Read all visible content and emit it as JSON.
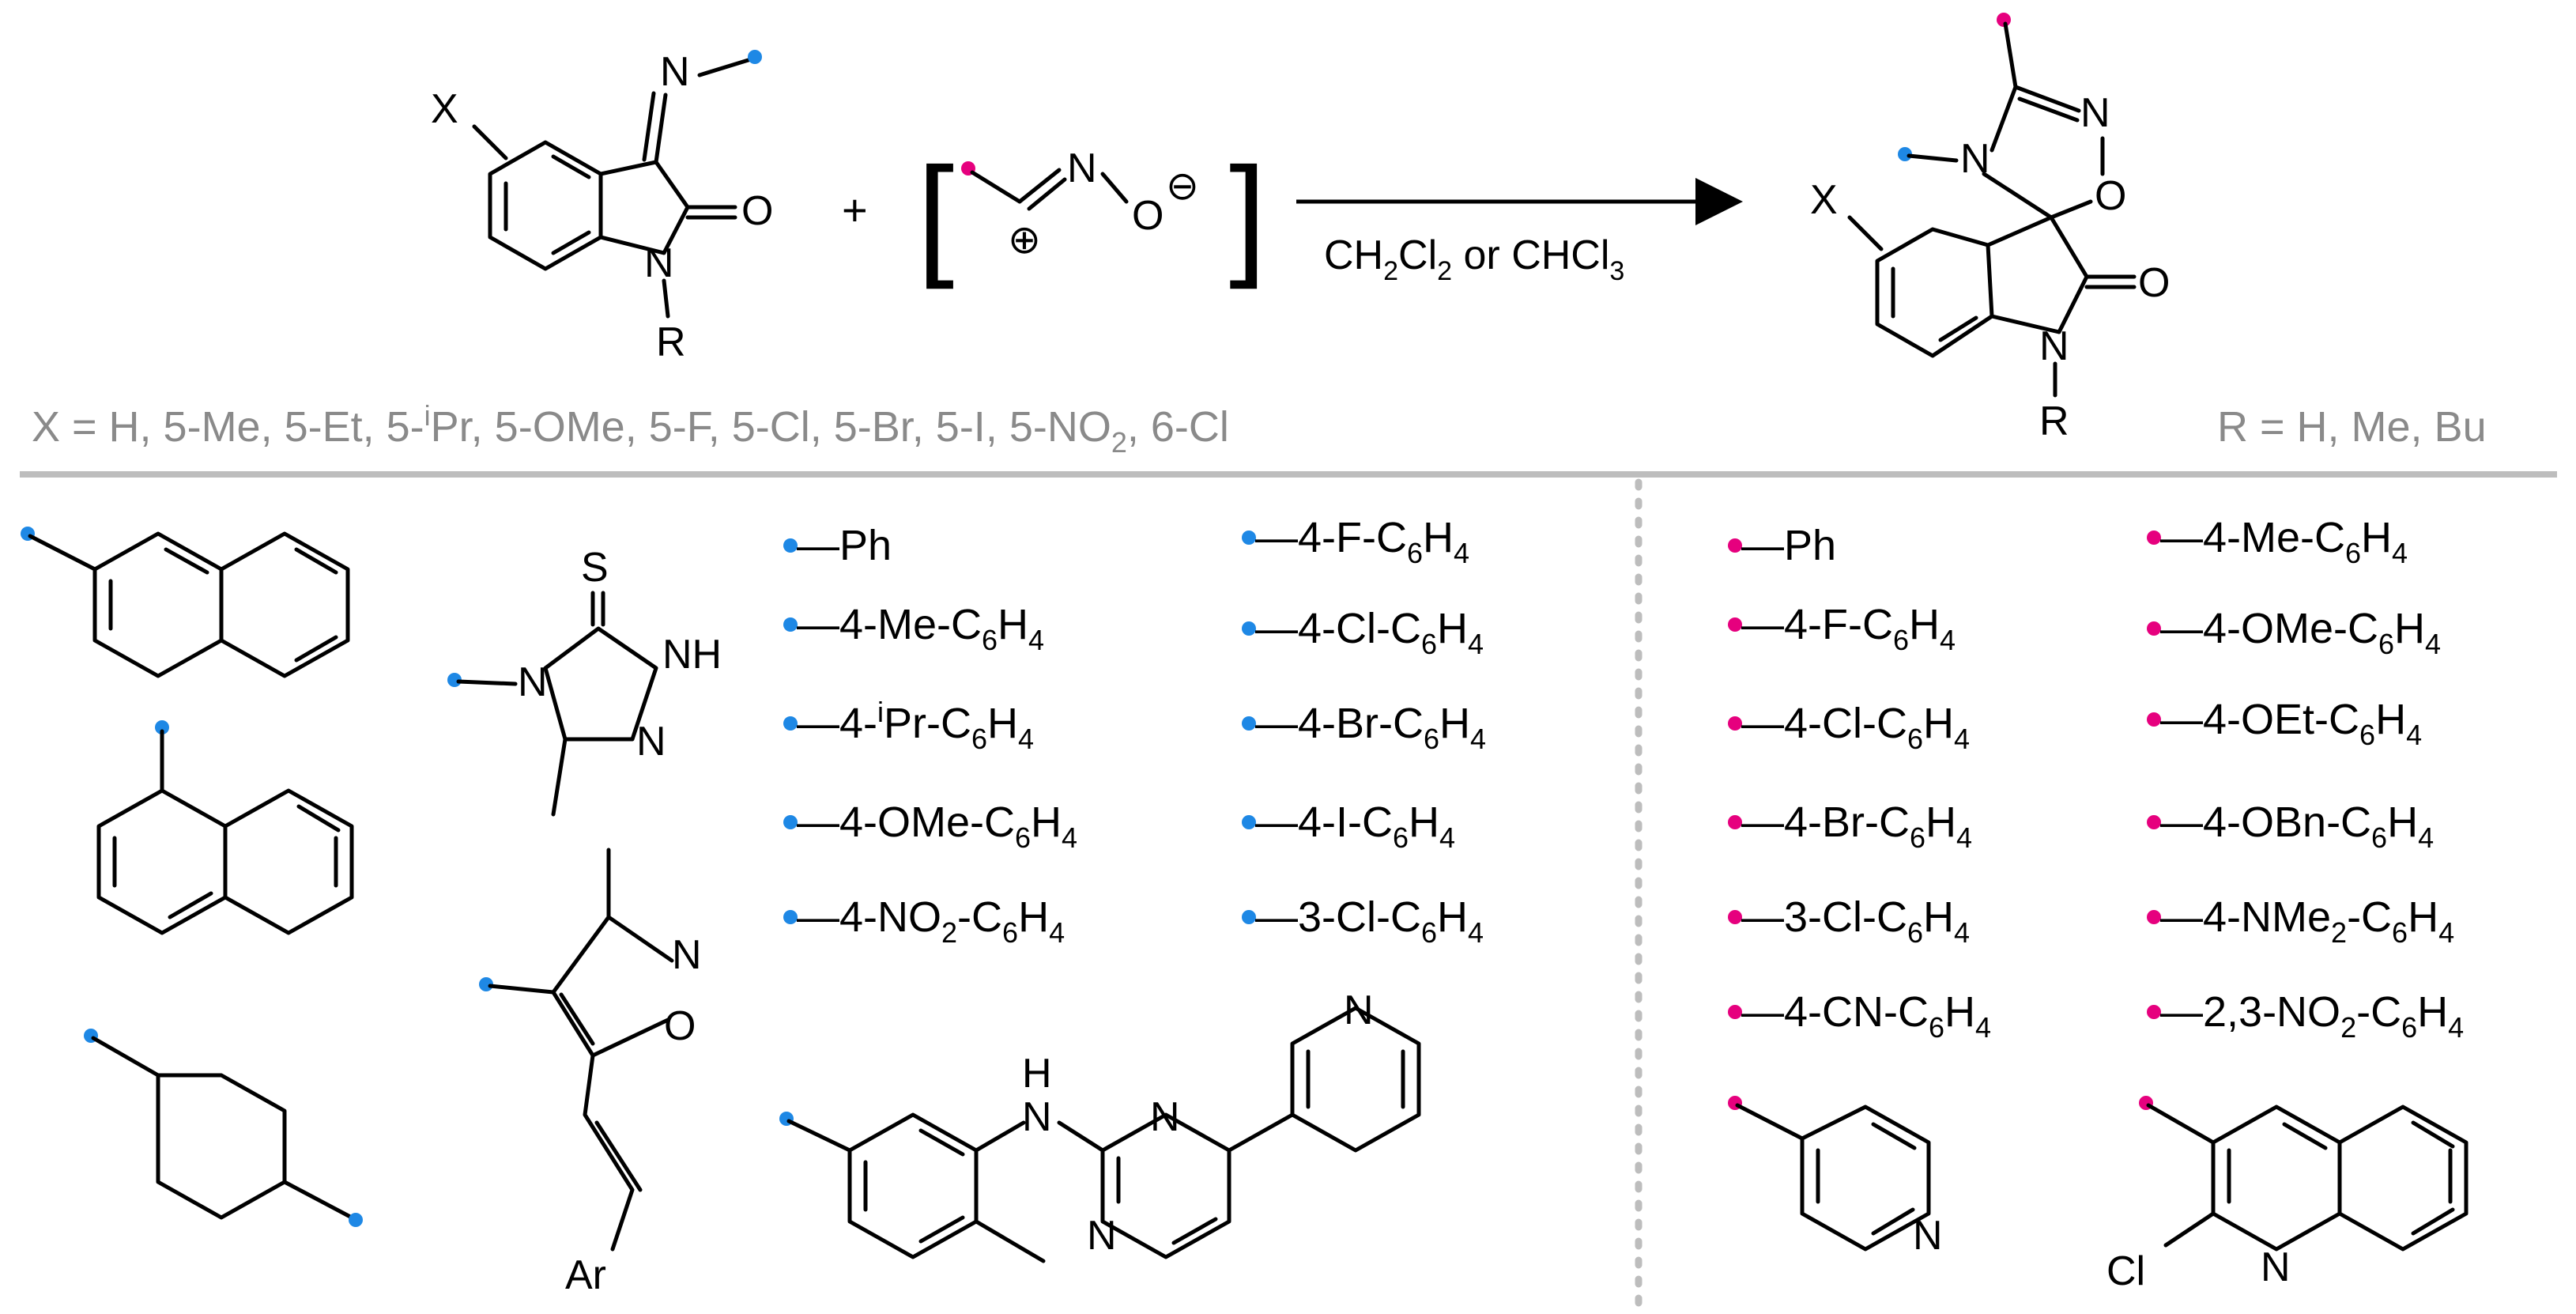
{
  "colors": {
    "blue_dot": "#1e88e5",
    "pink_dot": "#e6007e",
    "gray_text": "#8a8a8a",
    "separator": "#bdbdbd"
  },
  "reaction": {
    "isatin_imine": {
      "imine_n": "N",
      "carbonyl_o": "O",
      "ring_n": "N",
      "r_label": "R",
      "x_label": "X"
    },
    "plus": "+",
    "nitrile_oxide": {
      "n_label": "N",
      "o_label": "O",
      "minus": "⊖",
      "plus": "⊕",
      "bracket_left": "[",
      "bracket_right": "]"
    },
    "conditions": {
      "part1": "CH",
      "sub1": "2",
      "part2": "Cl",
      "sub2": "2",
      "part3": " or CHCl",
      "sub3": "3"
    },
    "product": {
      "n_top": "N",
      "n_amide": "N",
      "o_ring": "O",
      "o_carbonyl": "O",
      "n_lower": "N",
      "r_label": "R",
      "x_label": "X"
    }
  },
  "substituents": {
    "x_line": {
      "prefix": "X = H, 5-Me, 5-Et, 5-",
      "sup": "i",
      "mid": "Pr, 5-OMe, 5-F, 5-Cl, 5-Br, 5-I, 5-NO",
      "sub": "2",
      "suffix": ", 6-Cl"
    },
    "r_line": "R = H, Me, Bu"
  },
  "blue_groups": {
    "col1": [
      {
        "a": "—Ph"
      },
      {
        "a": "—4-Me-C",
        "s": "6",
        "b": "H",
        "s2": "4"
      },
      {
        "a": "—4-",
        "sup": "i",
        "a2": "Pr-C",
        "s": "6",
        "b": "H",
        "s2": "4"
      },
      {
        "a": "—4-OMe-C",
        "s": "6",
        "b": "H",
        "s2": "4"
      },
      {
        "a": "—4-NO",
        "s0": "2",
        "a2": "-C",
        "s": "6",
        "b": "H",
        "s2": "4"
      }
    ],
    "col2": [
      {
        "a": "—4-F-C",
        "s": "6",
        "b": "H",
        "s2": "4"
      },
      {
        "a": "—4-Cl-C",
        "s": "6",
        "b": "H",
        "s2": "4"
      },
      {
        "a": "—4-Br-C",
        "s": "6",
        "b": "H",
        "s2": "4"
      },
      {
        "a": "—4-I-C",
        "s": "6",
        "b": "H",
        "s2": "4"
      },
      {
        "a": "—3-Cl-C",
        "s": "6",
        "b": "H",
        "s2": "4"
      }
    ],
    "triazole": {
      "s": "S",
      "nh": "NH",
      "n1": "N",
      "n2": "N"
    },
    "isoxazole": {
      "n": "N",
      "o": "O",
      "ar": "Ar"
    },
    "imatinib_like": {
      "nh_h": "H",
      "nh_n": "N",
      "n1": "N",
      "n2": "N",
      "n_py": "N"
    }
  },
  "pink_groups": {
    "col1": [
      {
        "a": "—Ph"
      },
      {
        "a": "—4-F-C",
        "s": "6",
        "b": "H",
        "s2": "4"
      },
      {
        "a": "—4-Cl-C",
        "s": "6",
        "b": "H",
        "s2": "4"
      },
      {
        "a": "—4-Br-C",
        "s": "6",
        "b": "H",
        "s2": "4"
      },
      {
        "a": "—3-Cl-C",
        "s": "6",
        "b": "H",
        "s2": "4"
      },
      {
        "a": "—4-CN-C",
        "s": "6",
        "b": "H",
        "s2": "4"
      }
    ],
    "col2": [
      {
        "a": "—4-Me-C",
        "s": "6",
        "b": "H",
        "s2": "4"
      },
      {
        "a": "—4-OMe-C",
        "s": "6",
        "b": "H",
        "s2": "4"
      },
      {
        "a": "—4-OEt-C",
        "s": "6",
        "b": "H",
        "s2": "4"
      },
      {
        "a": "—4-OBn-C",
        "s": "6",
        "b": "H",
        "s2": "4"
      },
      {
        "a": "—4-NMe",
        "s0": "2",
        "a2": "-C",
        "s": "6",
        "b": "H",
        "s2": "4"
      },
      {
        "a": "—2,3-NO",
        "s0": "2",
        "a2": "-C",
        "s": "6",
        "b": "H",
        "s2": "4"
      }
    ],
    "pyridine": {
      "n": "N"
    },
    "quinoline": {
      "n": "N",
      "cl": "Cl"
    }
  }
}
